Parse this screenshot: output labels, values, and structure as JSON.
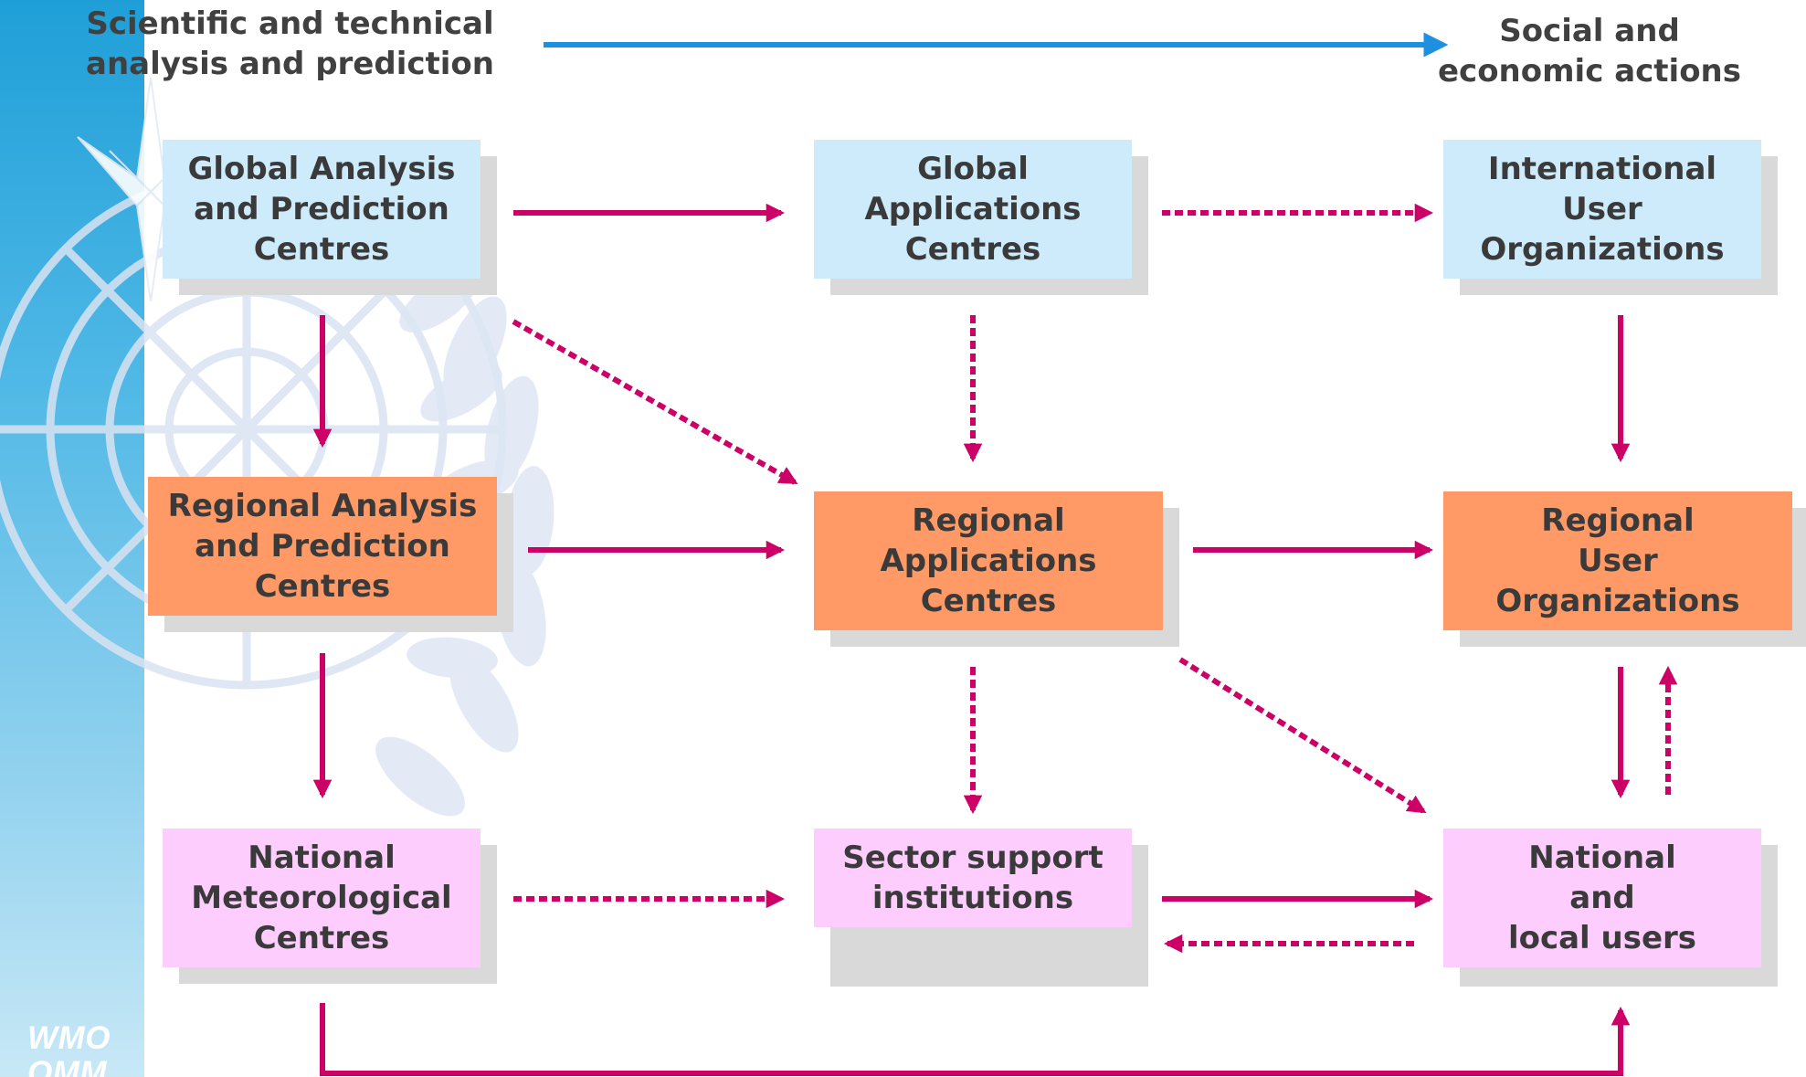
{
  "header": {
    "left_line1": "Scientific and technical",
    "left_line2": "analysis and prediction",
    "right_line1": "Social and",
    "right_line2": "economic actions"
  },
  "logo": {
    "line1": "WMO",
    "line2": "OMM"
  },
  "boxes": {
    "global_analysis": [
      "Global Analysis",
      "and Prediction",
      "Centres"
    ],
    "global_applications": [
      "Global",
      "Applications",
      "Centres"
    ],
    "international_user": [
      "International",
      "User",
      "Organizations"
    ],
    "regional_analysis": [
      "Regional Analysis",
      "and Prediction",
      "Centres"
    ],
    "regional_applications": [
      "Regional",
      "Applications",
      "Centres"
    ],
    "regional_user": [
      "Regional",
      "User",
      "Organizations"
    ],
    "national_met": [
      "National",
      "Meteorological",
      "Centres"
    ],
    "sector_support": [
      "Sector support",
      "institutions"
    ],
    "national_local": [
      "National",
      "and",
      "local users"
    ]
  },
  "colors": {
    "arrow": "#cc0066",
    "header_arrow": "#1e90e0",
    "global_tier": "#cdebfb",
    "regional_tier": "#ff9966",
    "national_tier": "#fdcdfd",
    "shadow": "#d9d9d9",
    "sidebar": "#3aaee0"
  }
}
